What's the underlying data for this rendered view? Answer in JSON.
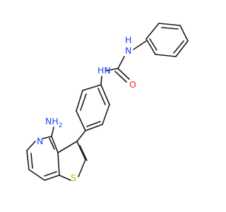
{
  "molecule": {
    "atoms": {
      "amine_nh2": {
        "text": "NH",
        "subscript": "2",
        "color": "#1f3fff"
      },
      "pyridine_n": {
        "text": "N",
        "color": "#1f3fff"
      },
      "thiophene_s": {
        "text": "S",
        "color": "#c8b400"
      },
      "urea_nh_lower": {
        "text": "N",
        "h_text": "H",
        "color": "#1f3fff"
      },
      "urea_nh_upper": {
        "text": "N",
        "h_text": "H",
        "color": "#1f3fff"
      },
      "carbonyl_o": {
        "text": "O",
        "color": "#ff1f1f"
      }
    },
    "bond_color": "#1a1a1a"
  }
}
